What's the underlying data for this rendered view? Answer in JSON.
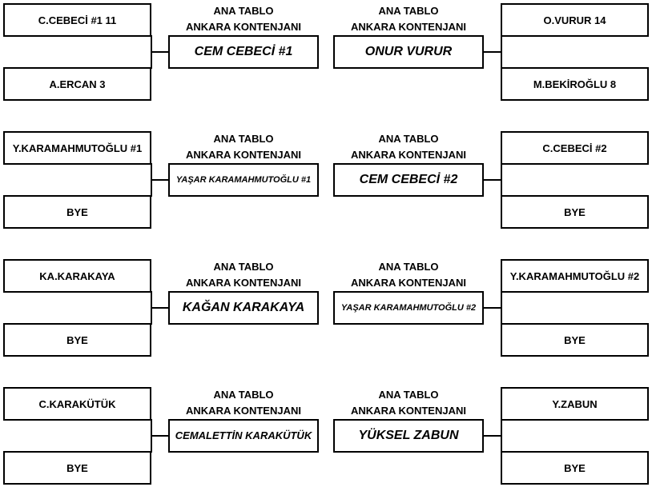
{
  "header_line1": "ANA TABLO",
  "header_line2": "ANKARA KONTENJANI",
  "left_bracket": [
    {
      "player_top": "C.CEBECİ #1  11",
      "player_bottom": "A.ERCAN  3",
      "winner": "CEM CEBECİ #1"
    },
    {
      "player_top": "Y.KARAMAHMUTOĞLU #1",
      "player_bottom": "BYE",
      "winner": "YAŞAR KARAMAHMUTOĞLU #1"
    },
    {
      "player_top": "KA.KARAKAYA",
      "player_bottom": "BYE",
      "winner": "KAĞAN KARAKAYA"
    },
    {
      "player_top": "C.KARAKÜTÜK",
      "player_bottom": "BYE",
      "winner": "CEMALETTİN KARAKÜTÜK"
    }
  ],
  "right_bracket": [
    {
      "player_top": "O.VURUR  14",
      "player_bottom": "M.BEKİROĞLU  8",
      "winner": "ONUR VURUR"
    },
    {
      "player_top": "C.CEBECİ #2",
      "player_bottom": "BYE",
      "winner": "CEM CEBECİ #2"
    },
    {
      "player_top": "Y.KARAMAHMUTOĞLU #2",
      "player_bottom": "BYE",
      "winner": "YAŞAR KARAMAHMUTOĞLU #2"
    },
    {
      "player_top": "Y.ZABUN",
      "player_bottom": "BYE",
      "winner": "YÜKSEL ZABUN"
    }
  ]
}
